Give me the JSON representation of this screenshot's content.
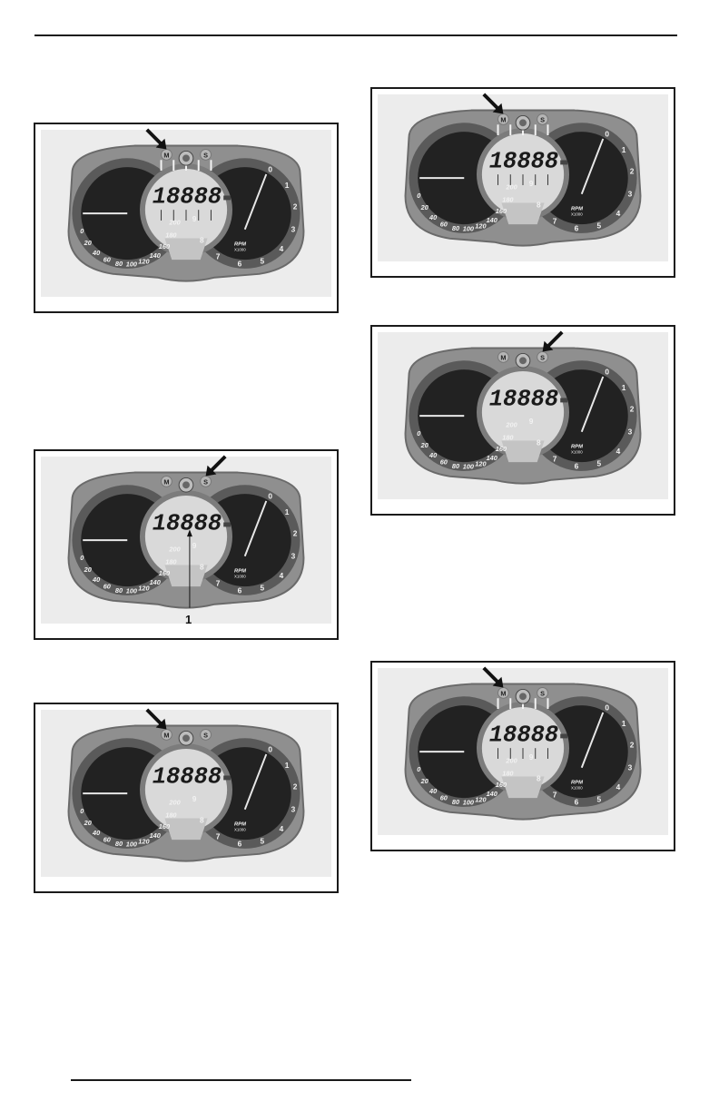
{
  "instrument": {
    "button_m": "M",
    "button_s": "S",
    "display_digits": "18888",
    "speed_ticks": [
      "0",
      "20",
      "40",
      "60",
      "80",
      "100",
      "120",
      "140",
      "160",
      "180",
      "200"
    ],
    "rpm_ticks": [
      "0",
      "1",
      "2",
      "3",
      "4",
      "5",
      "6",
      "7",
      "8",
      "9"
    ],
    "rpm_unit": "RPM",
    "rpm_multiplier": "X1000"
  },
  "figures": [
    {
      "id": "fig-a",
      "arrow_target": "M",
      "segments": true,
      "callout": ""
    },
    {
      "id": "fig-b",
      "arrow_target": "S",
      "segments": false,
      "callout": "1"
    },
    {
      "id": "fig-c",
      "arrow_target": "M",
      "segments": false,
      "callout": ""
    },
    {
      "id": "fig-d",
      "arrow_target": "M",
      "segments": true,
      "callout": ""
    },
    {
      "id": "fig-e",
      "arrow_target": "S",
      "segments": false,
      "callout": ""
    },
    {
      "id": "fig-f",
      "arrow_target": "M",
      "segments": true,
      "callout": ""
    }
  ]
}
